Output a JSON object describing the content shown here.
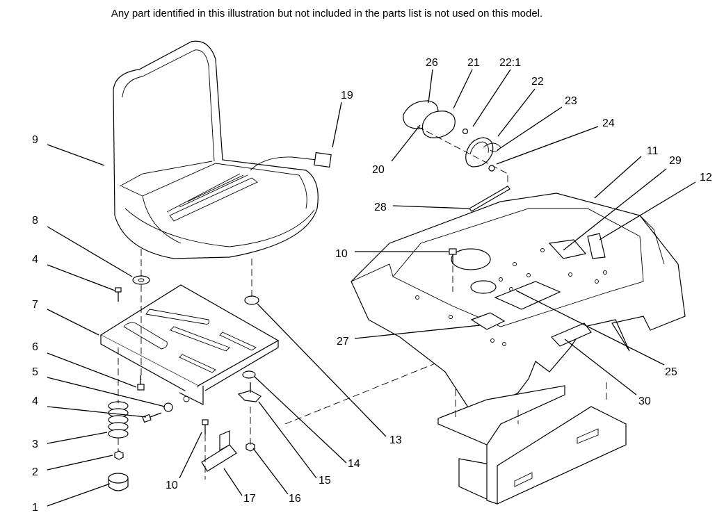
{
  "note": "Any part identified in this illustration but not included in the parts list is not used on this model.",
  "callouts": [
    {
      "id": "c1",
      "text": "1"
    },
    {
      "id": "c2",
      "text": "2"
    },
    {
      "id": "c3",
      "text": "3"
    },
    {
      "id": "c4a",
      "text": "4"
    },
    {
      "id": "c4b",
      "text": "4"
    },
    {
      "id": "c5",
      "text": "5"
    },
    {
      "id": "c6",
      "text": "6"
    },
    {
      "id": "c7",
      "text": "7"
    },
    {
      "id": "c8",
      "text": "8"
    },
    {
      "id": "c9",
      "text": "9"
    },
    {
      "id": "c10a",
      "text": "10"
    },
    {
      "id": "c10b",
      "text": "10"
    },
    {
      "id": "c11",
      "text": "11"
    },
    {
      "id": "c12",
      "text": "12"
    },
    {
      "id": "c13",
      "text": "13"
    },
    {
      "id": "c14",
      "text": "14"
    },
    {
      "id": "c15",
      "text": "15"
    },
    {
      "id": "c16",
      "text": "16"
    },
    {
      "id": "c17",
      "text": "17"
    },
    {
      "id": "c19",
      "text": "19"
    },
    {
      "id": "c20",
      "text": "20"
    },
    {
      "id": "c21",
      "text": "21"
    },
    {
      "id": "c22_1",
      "text": "22:1"
    },
    {
      "id": "c22",
      "text": "22"
    },
    {
      "id": "c23",
      "text": "23"
    },
    {
      "id": "c24",
      "text": "24"
    },
    {
      "id": "c25",
      "text": "25"
    },
    {
      "id": "c26",
      "text": "26"
    },
    {
      "id": "c27",
      "text": "27"
    },
    {
      "id": "c28",
      "text": "28"
    },
    {
      "id": "c29",
      "text": "29"
    },
    {
      "id": "c30",
      "text": "30"
    }
  ]
}
